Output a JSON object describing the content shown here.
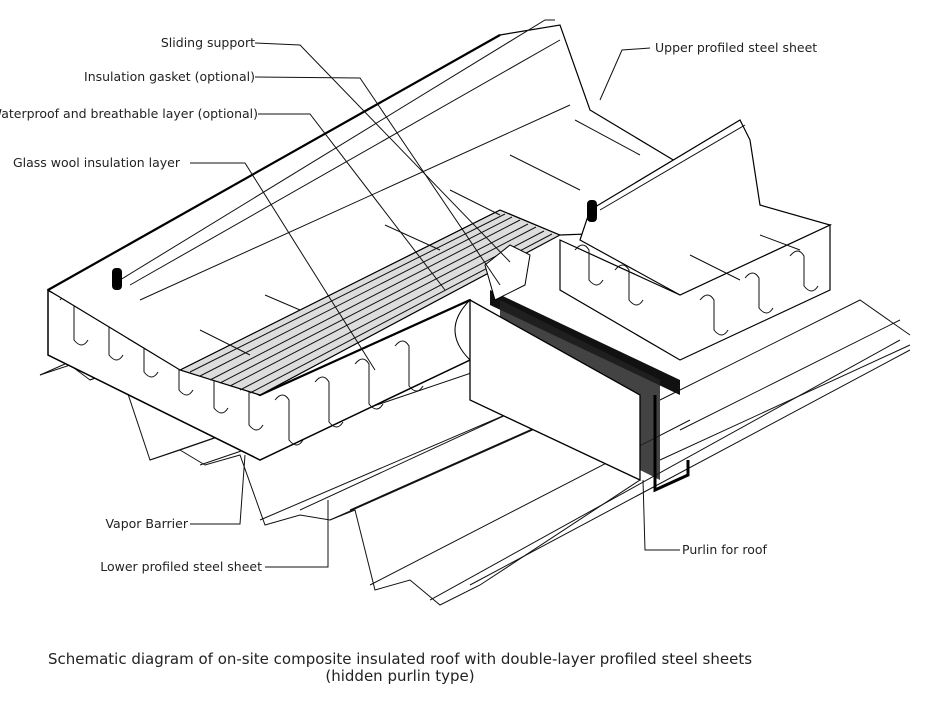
{
  "labels": {
    "sliding_support": "Sliding support",
    "insulation_gasket": "Insulation gasket (optional)",
    "waterproof_layer": "Waterproof and breathable layer (optional)",
    "glass_wool": "Glass wool insulation layer",
    "upper_sheet": "Upper profiled steel sheet",
    "vapor_barrier": "Vapor Barrier",
    "lower_sheet": "Lower profiled steel sheet",
    "purlin": "Purlin for roof"
  },
  "caption": "Schematic diagram of on-site composite insulated roof with double-layer profiled steel sheets (hidden purlin type)"
}
